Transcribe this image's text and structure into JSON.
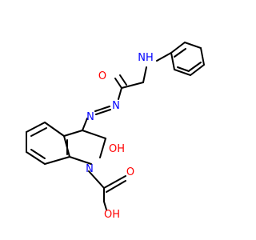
{
  "structure": {
    "atom_labels": {
      "nh": "NH",
      "o_carbonyl": "O",
      "n_azo_upper": "N",
      "n_azo_lower": "N",
      "oh_ring": "OH",
      "n_indole": "N",
      "o_acid_carbonyl": "O",
      "oh_acid": "OH"
    },
    "colors": {
      "bond": "#000000",
      "nitrogen": "#0000ff",
      "oxygen": "#ff0000",
      "background": "#ffffff"
    }
  }
}
